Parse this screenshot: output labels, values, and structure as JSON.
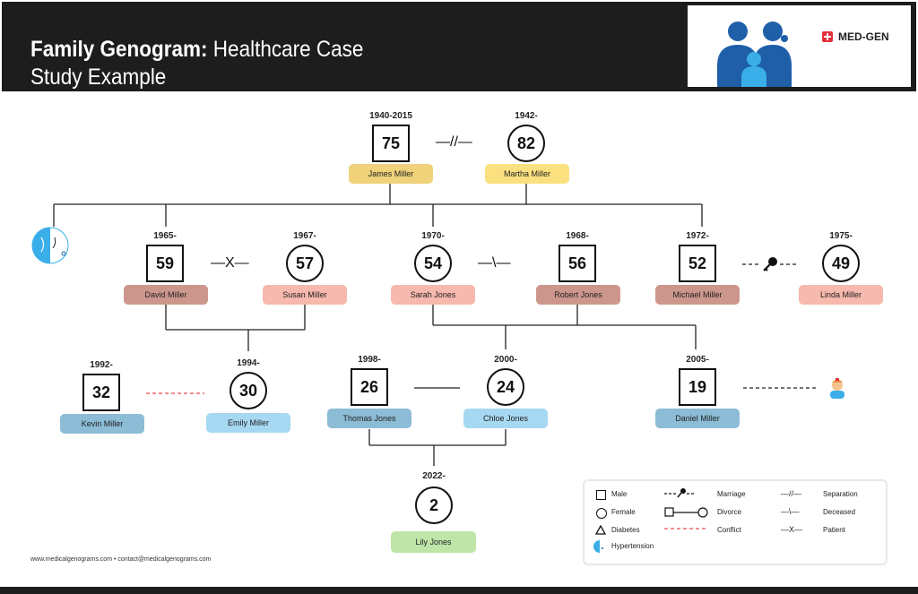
{
  "header": {
    "title_bold": "Family Genogram:",
    "title_rest": " Healthcare Case Study Example",
    "brand": "MED-GEN"
  },
  "people": {
    "james": {
      "year": "1940-2015",
      "age": "75",
      "name": "James Miller",
      "sex": "male",
      "color": "#efd27a"
    },
    "martha": {
      "year": "1942-",
      "age": "82",
      "name": "Martha Miller",
      "sex": "female",
      "color": "#fbe07f"
    },
    "david": {
      "year": "1965-",
      "age": "59",
      "name": "David Miller",
      "sex": "male",
      "color": "#cd968d"
    },
    "susan": {
      "year": "1967-",
      "age": "57",
      "name": "Susan Miller",
      "sex": "female",
      "color": "#f7b8ad"
    },
    "sarah": {
      "year": "1970-",
      "age": "54",
      "name": "Sarah Jones",
      "sex": "female",
      "color": "#f7b8ad"
    },
    "robert": {
      "year": "1968-",
      "age": "56",
      "name": "Robert Jones",
      "sex": "male",
      "color": "#cd968d"
    },
    "michael": {
      "year": "1972-",
      "age": "52",
      "name": "Michael Miller",
      "sex": "male",
      "color": "#cd968d"
    },
    "linda": {
      "year": "1975-",
      "age": "49",
      "name": "Linda Miller",
      "sex": "female",
      "color": "#f7b8ad"
    },
    "kevin": {
      "year": "1992-",
      "age": "32",
      "name": "Kevin Miller",
      "sex": "male",
      "color": "#8cbcd6"
    },
    "emily": {
      "year": "1994-",
      "age": "30",
      "name": "Emily Miller",
      "sex": "female",
      "color": "#a6d8f2"
    },
    "thomas": {
      "year": "1998-",
      "age": "26",
      "name": "Thomas Jones",
      "sex": "male",
      "color": "#8cbcd6"
    },
    "chloe": {
      "year": "2000-",
      "age": "24",
      "name": "Chloe Jones",
      "sex": "female",
      "color": "#a6d8f2"
    },
    "daniel": {
      "year": "2005-",
      "age": "19",
      "name": "Daniel Miller",
      "sex": "male",
      "color": "#8cbcd6"
    },
    "lily": {
      "year": "2022-",
      "age": "2",
      "name": "Lily Jones",
      "sex": "female",
      "color": "#bfe5a8"
    }
  },
  "relations": {
    "james_martha": "—//—",
    "david_susan": "—X—",
    "sarah_robert": "—\\—"
  },
  "footer": "www.medicalgenograms.com • contact@medicalgenograms.com",
  "legend": [
    {
      "label": "Male",
      "symbol": "square"
    },
    {
      "label": "Female",
      "symbol": "circle"
    },
    {
      "label": "Diabetes",
      "symbol": "triangle"
    },
    {
      "label": "Hypertension",
      "symbol": "half-circle"
    },
    {
      "label": "Marriage",
      "symbol": "dash-key"
    },
    {
      "label": "Divorce",
      "symbol": "square-line-circle"
    },
    {
      "label": "Conflict",
      "symbol": "red-dashes"
    },
    {
      "label": "Separation",
      "symbol": "—//—"
    },
    {
      "label": "Deceased",
      "symbol": "—\\—"
    },
    {
      "label": "Patient",
      "symbol": "—X—"
    }
  ],
  "colors": {
    "header_bg": "#1d1d1d",
    "hypertension": "#3aaee8",
    "conflict": "#e84a4a",
    "brand_red": "#e0303a"
  }
}
